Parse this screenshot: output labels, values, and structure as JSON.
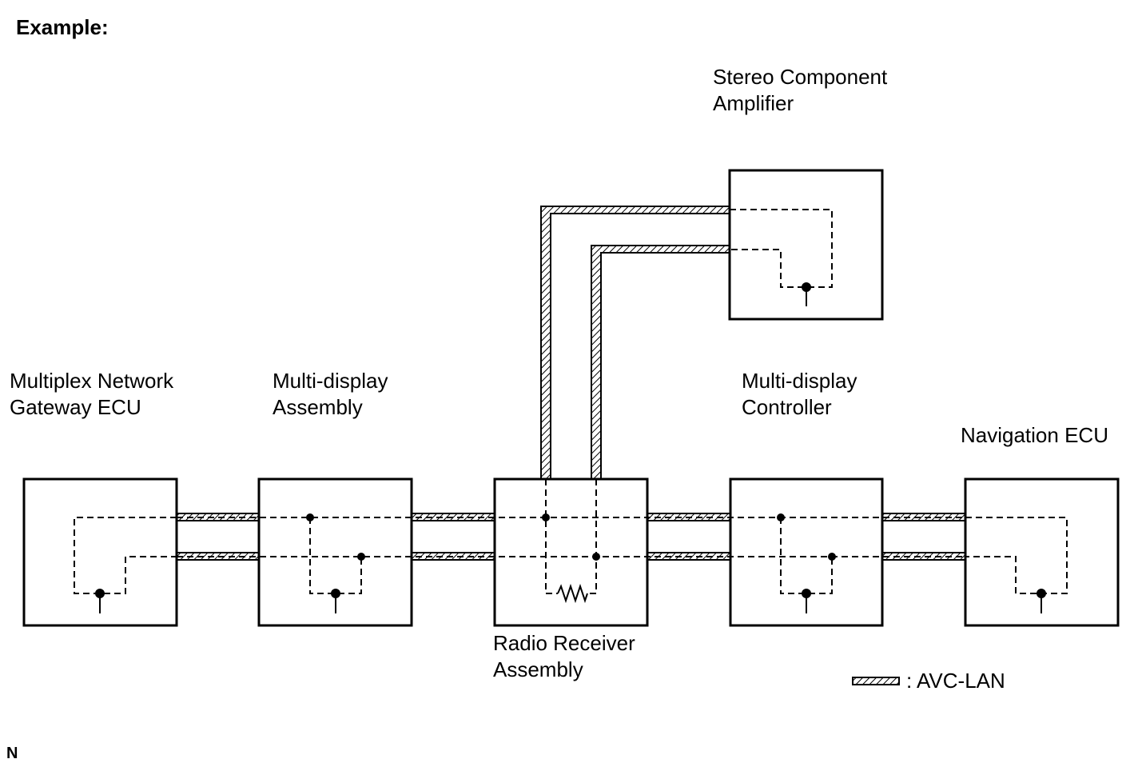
{
  "heading": "Example:",
  "components": {
    "stereo_amp": {
      "line1": "Stereo Component",
      "line2": "Amplifier"
    },
    "gateway_ecu": {
      "line1": "Multiplex Network",
      "line2": "Gateway ECU"
    },
    "multi_display_assembly": {
      "line1": "Multi-display",
      "line2": "Assembly"
    },
    "multi_display_controller": {
      "line1": "Multi-display",
      "line2": "Controller"
    },
    "navigation_ecu": {
      "line1": "Navigation ECU"
    },
    "radio_receiver": {
      "line1": "Radio Receiver",
      "line2": "Assembly"
    }
  },
  "legend": {
    "label": ": AVC-LAN"
  },
  "corner_mark": "N",
  "colors": {
    "line": "#000000",
    "background": "#ffffff"
  }
}
